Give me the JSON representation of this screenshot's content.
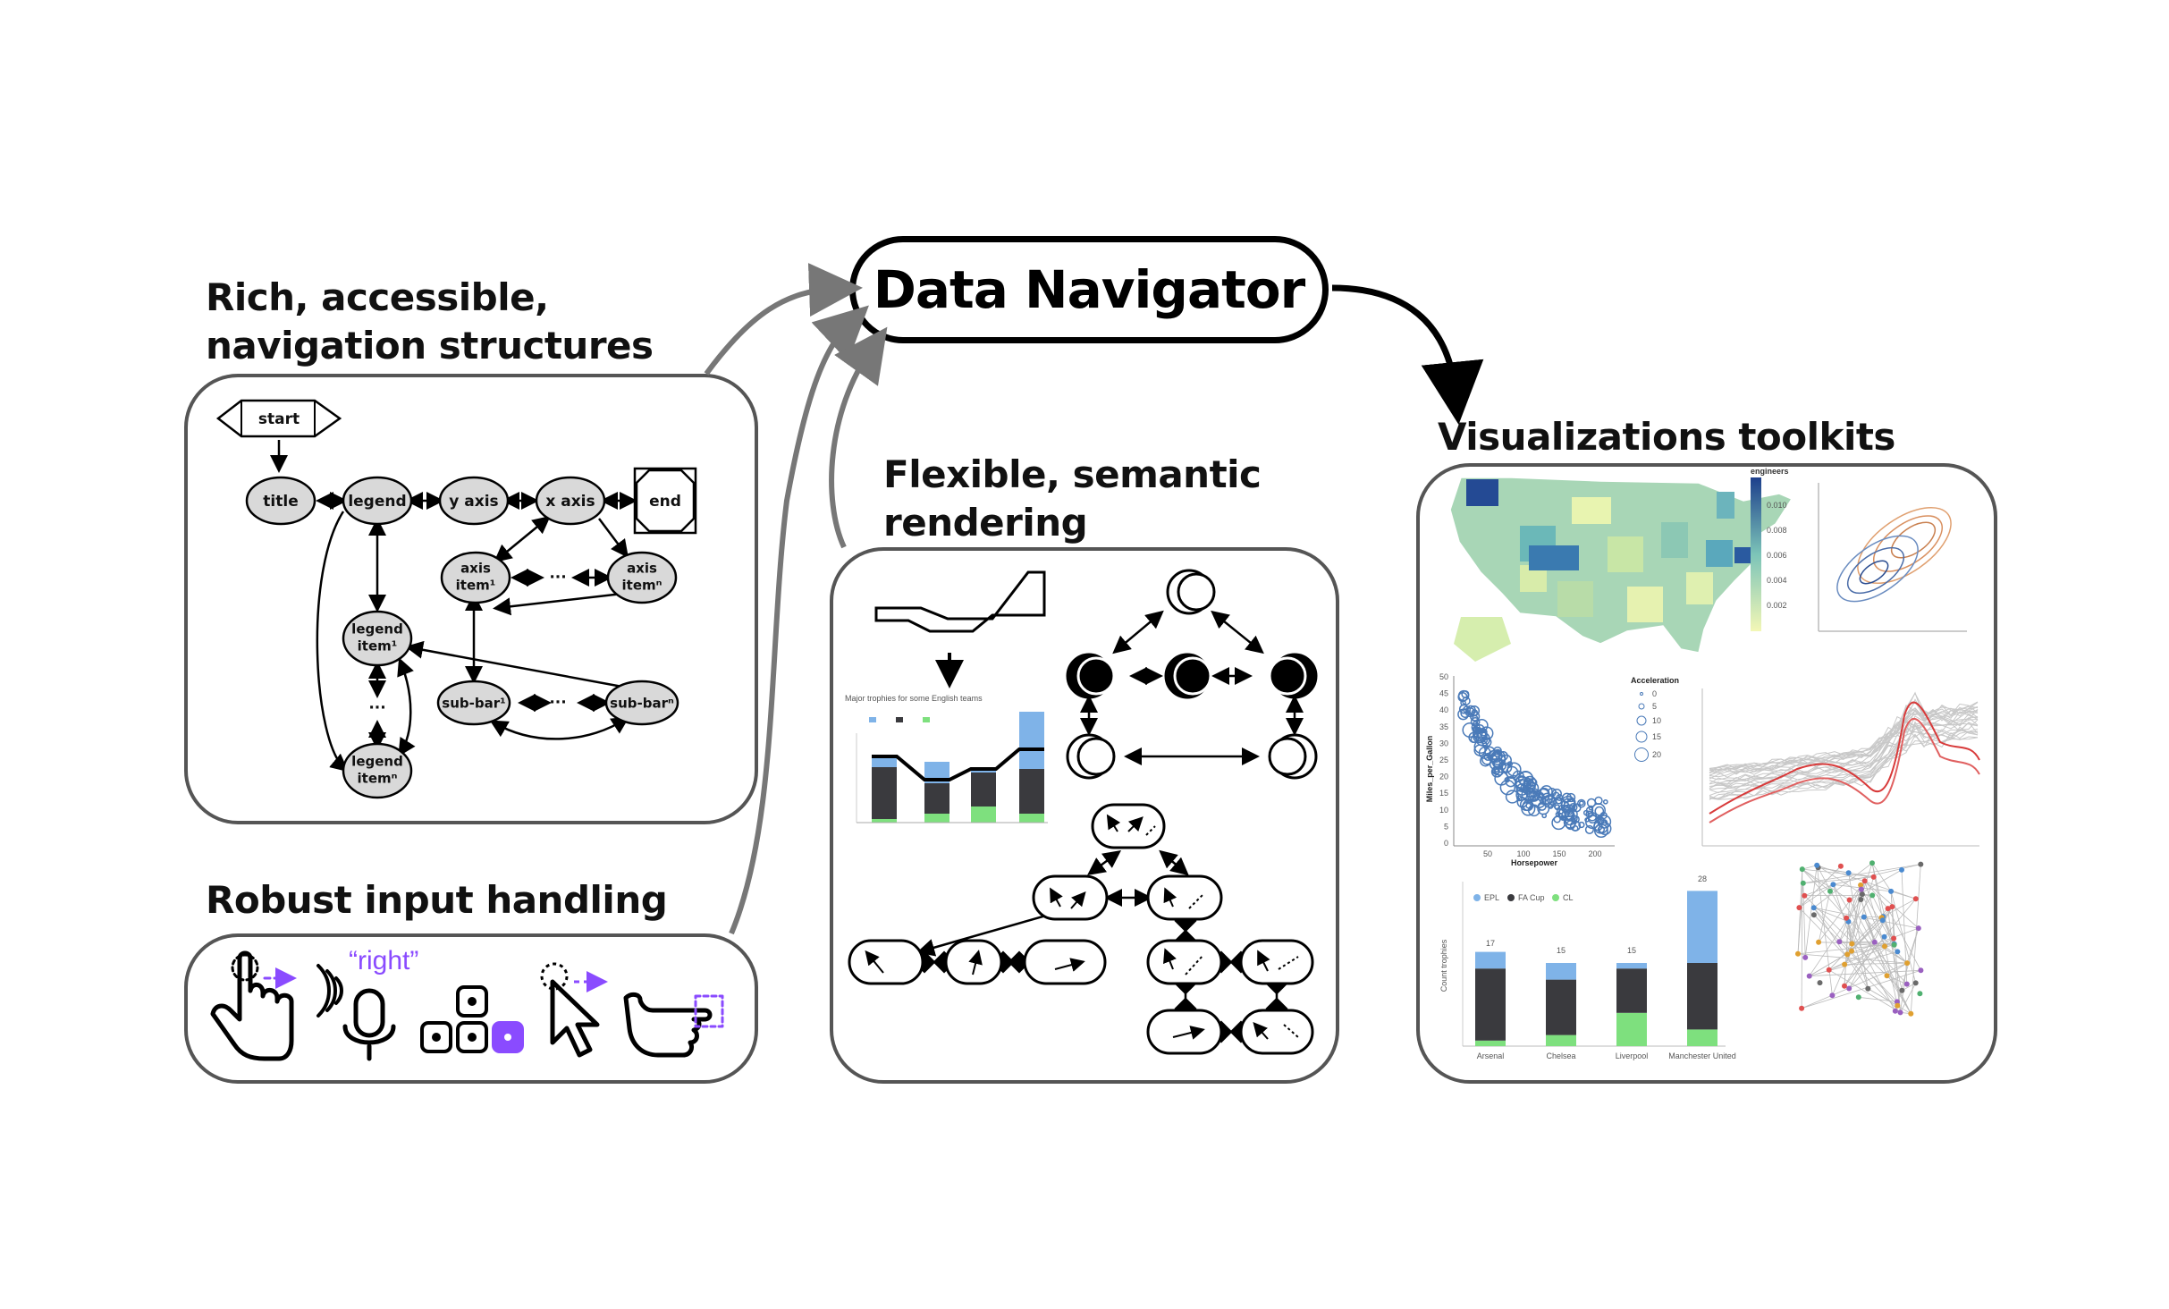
{
  "title": "Data Navigator",
  "headings": {
    "structures_line1": "Rich, accessible,",
    "structures_line2": "navigation structures",
    "input": "Robust input handling",
    "rendering_line1": "Flexible, semantic",
    "rendering_line2": "rendering",
    "toolkits": "Visualizations toolkits"
  },
  "nav_structure": {
    "start": "start",
    "end": "end",
    "title": "title",
    "legend": "legend",
    "y_axis": "y axis",
    "x_axis": "x axis",
    "ellipsis": "···",
    "axis_item_1": [
      "axis",
      "item¹"
    ],
    "axis_item_n": [
      "axis",
      "itemⁿ"
    ],
    "legend_item_1": [
      "legend",
      "item¹"
    ],
    "legend_item_n": [
      "legend",
      "itemⁿ"
    ],
    "sub_bar_1": "sub-bar¹",
    "sub_bar_n": "sub-barⁿ"
  },
  "input_methods": {
    "voice_command": "“right”",
    "icons": [
      "pointing-hand-icon",
      "microphone-icon",
      "keyboard-keys-icon",
      "mouse-cursor-icon",
      "gesture-hand-icon"
    ],
    "accent": "#8a4bff"
  },
  "thumbnails": {
    "rendering_chart_title": "Major trophies for some English teams",
    "choropleth_legend_title": "engineers",
    "choropleth_legend_ticks": [
      "0.010",
      "0.008",
      "0.006",
      "0.004",
      "0.002"
    ],
    "scatter_ylabel": "Miles_per_Gallon",
    "scatter_xlabel": "Horsepower",
    "scatter_legend_title": "Acceleration",
    "scatter_legend_values": [
      "0",
      "5",
      "10",
      "15",
      "20"
    ],
    "scatter_yticks": [
      "50",
      "45",
      "40",
      "35",
      "30",
      "25",
      "20",
      "15",
      "10",
      "5",
      "0"
    ],
    "scatter_xticks": [
      "50",
      "100",
      "150",
      "200"
    ],
    "bar_legend": [
      "EPL",
      "FA Cup",
      "CL"
    ],
    "bar_categories": [
      "Arsenal",
      "Chelsea",
      "Liverpool",
      "Manchester United"
    ],
    "bar_ylabel": "Count trophies",
    "bar_totals": [
      "17",
      "15",
      "15",
      "28"
    ],
    "bar_colors": [
      "#7fb3e8",
      "#3a3a3e",
      "#7ee07e"
    ]
  },
  "colors": {
    "arrow_gray": "#777777",
    "panel_border": "#555555",
    "node_fill": "#d9d9d9"
  }
}
